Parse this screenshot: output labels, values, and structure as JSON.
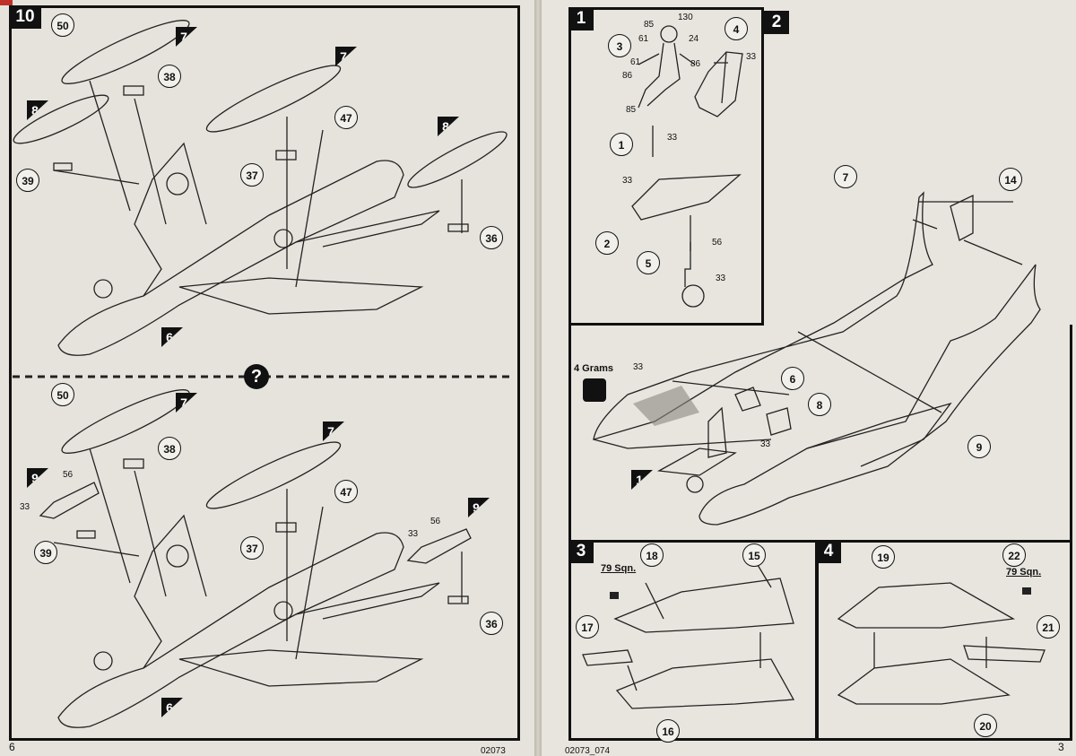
{
  "left_page": {
    "step": "10",
    "page_number": "6",
    "footer_code": "02073",
    "question_mark": "?",
    "callouts_top": [
      "50",
      "38",
      "39",
      "37",
      "47",
      "36"
    ],
    "flags_top": [
      "7",
      "7",
      "8",
      "8",
      "6"
    ],
    "callouts_bottom": [
      "50",
      "38",
      "39",
      "37",
      "47",
      "36"
    ],
    "flags_bottom": [
      "7",
      "7",
      "9",
      "9",
      "6"
    ],
    "small_numbers": [
      "56",
      "33",
      "56",
      "33"
    ]
  },
  "right_page": {
    "page_number": "3",
    "footer_code": "02073_074",
    "step1": {
      "number": "1",
      "callouts": [
        "3",
        "4",
        "1",
        "2",
        "5"
      ],
      "small": [
        "130",
        "85",
        "61",
        "24",
        "61",
        "86",
        "86",
        "85",
        "33",
        "33",
        "33",
        "56",
        "33"
      ]
    },
    "step2": {
      "number": "2",
      "weight_label": "4 Grams",
      "callouts": [
        "7",
        "14",
        "6",
        "8",
        "9"
      ],
      "small": [
        "33",
        "33"
      ],
      "flag": "1"
    },
    "step3": {
      "number": "3",
      "squadron": "79 Sqn.",
      "callouts": [
        "18",
        "15",
        "17",
        "16"
      ]
    },
    "step4": {
      "number": "4",
      "squadron": "79 Sqn.",
      "callouts": [
        "19",
        "22",
        "21",
        "20"
      ]
    }
  }
}
